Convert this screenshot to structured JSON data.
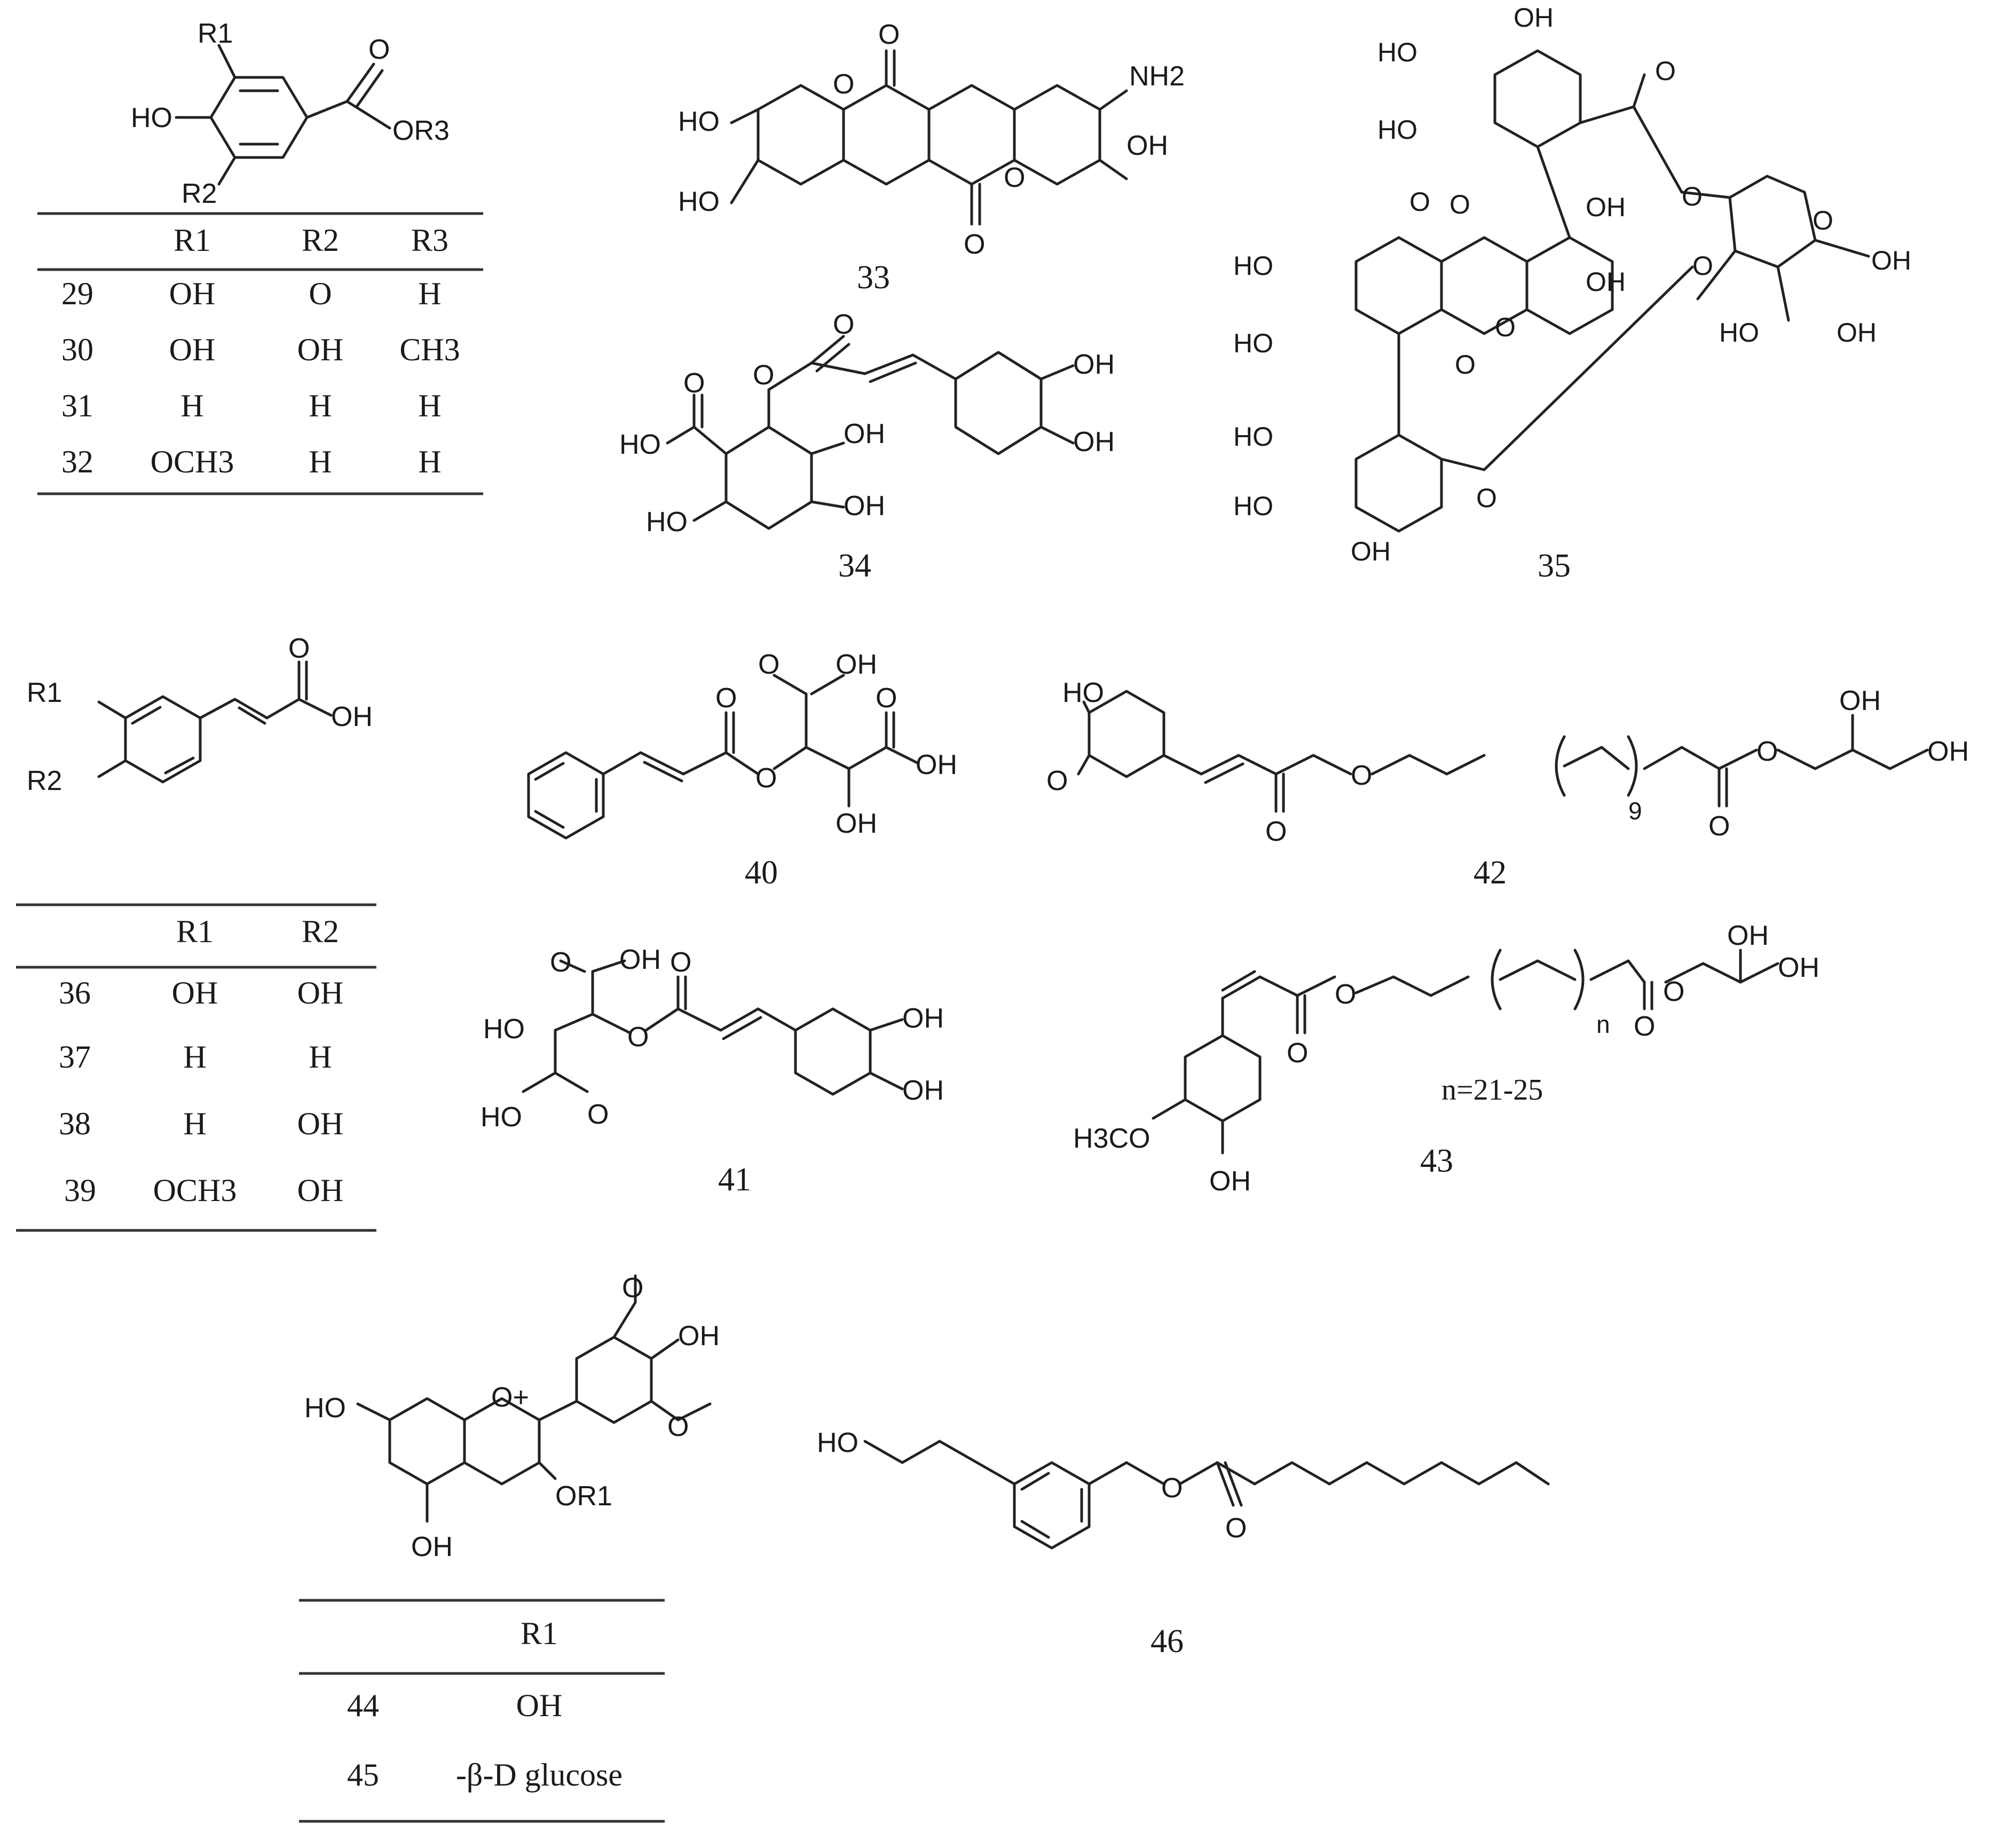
{
  "table_29_32": {
    "headers": [
      "",
      "R1",
      "R2",
      "R3"
    ],
    "rows": [
      [
        "29",
        "OH",
        "O",
        "H"
      ],
      [
        "30",
        "OH",
        "OH",
        "CH3"
      ],
      [
        "31",
        "H",
        "H",
        "H"
      ],
      [
        "32",
        "OCH3",
        "H",
        "H"
      ]
    ]
  },
  "table_36_39": {
    "headers": [
      "",
      "R1",
      "R2"
    ],
    "rows": [
      [
        "36",
        "OH",
        "OH"
      ],
      [
        "37",
        "H",
        "H"
      ],
      [
        "38",
        "H",
        "OH"
      ],
      [
        "39",
        "OCH3",
        "OH"
      ]
    ]
  },
  "table_44_45": {
    "headers": [
      "",
      "R1"
    ],
    "rows": [
      [
        "44",
        "OH"
      ],
      [
        "45",
        "-β-D glucose"
      ]
    ]
  },
  "compound_numbers": {
    "c33": "33",
    "c34": "34",
    "c35": "35",
    "c40": "40",
    "c41": "41",
    "c42": "42",
    "c43": "43",
    "c46": "46"
  },
  "chain_notes": {
    "c42_repeat": "9",
    "c43_repeat": "n",
    "c43_range": "n=21-25"
  },
  "atom_labels": {
    "HO": "HO",
    "OH": "OH",
    "O": "O",
    "NH2": "NH2",
    "OR3": "OR3",
    "OR1": "OR1",
    "R1": "R1",
    "R2": "R2",
    "H3CO": "H3CO",
    "O_plus": "O+"
  }
}
